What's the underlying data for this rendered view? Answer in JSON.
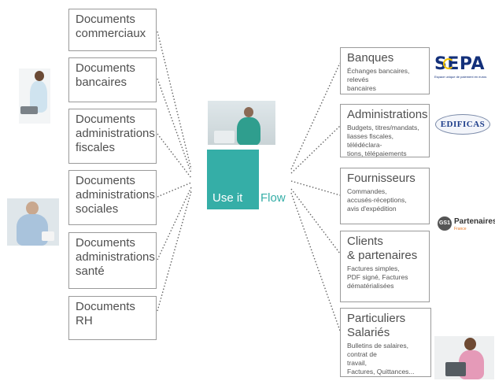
{
  "colors": {
    "accent": "#35aea7",
    "box_border": "#9a9a9a",
    "text": "#4f4f4f"
  },
  "hub": {
    "label_white": "Use it",
    "label_teal": "Flow"
  },
  "left_boxes": [
    {
      "title": "Documents\ncommerciaux"
    },
    {
      "title": "Documents\nbancaires"
    },
    {
      "title": "Documents\nadministrations\nfiscales"
    },
    {
      "title": "Documents\nadministrations\nsociales"
    },
    {
      "title": "Documents\nadministrations\nsanté"
    },
    {
      "title": "Documents\nRH"
    }
  ],
  "right_boxes": [
    {
      "title": "Banques",
      "sub": "Échanges bancaires, relevés\nbancaires"
    },
    {
      "title": "Administrations",
      "sub": "Budgets, titres/mandats,\nliasses fiscales, télédéclara-\ntions, télépaiements"
    },
    {
      "title": "Fournisseurs",
      "sub": "Commandes,\naccusés-réceptions,\navis d'expédition"
    },
    {
      "title": "Clients\n& partenaires",
      "sub": "Factures simples,\nPDF signé, Factures\ndématérialisées"
    },
    {
      "title": "Particuliers\nSalariés",
      "sub": "Bulletins de salaires, contrat de\ntravail,\nFactures, Quittances..."
    }
  ],
  "logos": {
    "sepa": "SEPA",
    "sepa_tagline": "Espace unique de paiement en euros",
    "edificas": "EDIFICAS",
    "gs1": "GS1",
    "gs1_partner": "Partenaires",
    "gs1_country": "France"
  }
}
